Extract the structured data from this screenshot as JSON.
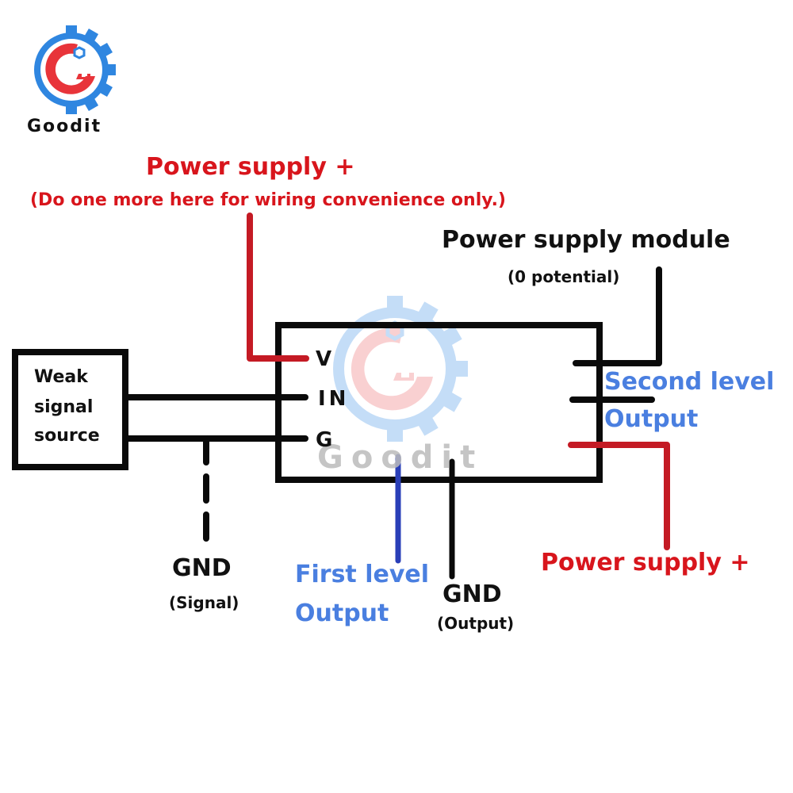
{
  "brand": {
    "name": "Goodit",
    "watermark_text": "Goodit",
    "colors": {
      "gear": "#2f86e0",
      "letter": "#e8343a",
      "text": "#111111"
    }
  },
  "colors": {
    "wire_black": "#0a0a0a",
    "wire_red": "#c41a24",
    "wire_blue": "#2a3fb8",
    "label_red": "#d8151c",
    "label_blue": "#4a7fe0"
  },
  "diagram": {
    "power_top": {
      "title": "Power supply  +",
      "note": "(Do one more here for wiring convenience only.)"
    },
    "power_module": {
      "title": "Power supply module",
      "note": "(0 potential)"
    },
    "source_box": {
      "lines": [
        "Weak",
        "signal",
        "source"
      ]
    },
    "module_pins": [
      "V",
      "IN",
      "G"
    ],
    "second_output": {
      "line1": "Second level",
      "line2": "Output"
    },
    "power_right": {
      "title": "Power supply +"
    },
    "gnd_signal": {
      "title": "GND",
      "note": "(Signal)"
    },
    "first_output": {
      "line1": "First level",
      "line2": "Output"
    },
    "gnd_output": {
      "title": "GND",
      "note": "(Output)"
    }
  }
}
